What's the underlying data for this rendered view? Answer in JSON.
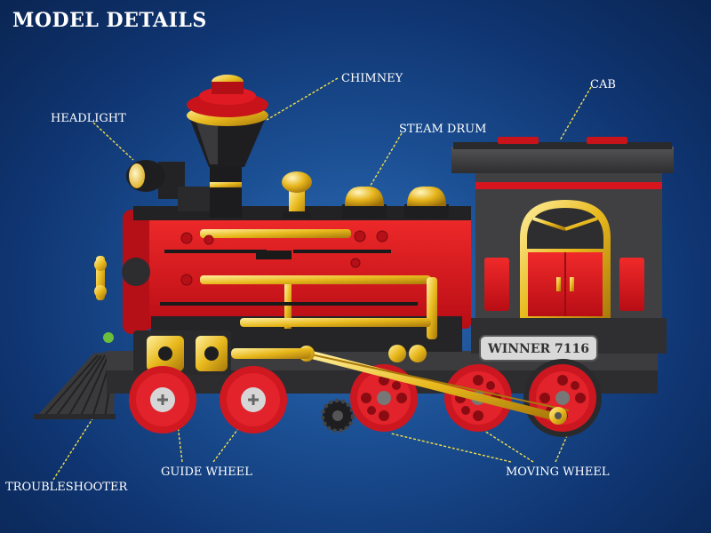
{
  "title": "MODEL DETAILS",
  "labels": {
    "chimney": "CHIMNEY",
    "cab": "CAB",
    "headlight": "HEADLIGHT",
    "steam_drum": "STEAM DRUM",
    "guide_wheel": "GUIDE WHEEL",
    "moving_wheel": "MOVING WHEEL",
    "troubleshooter": "TROUBLESHOOTER"
  },
  "nameplate": "WINNER 7116",
  "colors": {
    "background": "#1b4f93",
    "body_red": "#d8151f",
    "cab_grey": "#3d3d3f",
    "gold": "#e0b21a",
    "leader_line": "#f2e14a"
  }
}
